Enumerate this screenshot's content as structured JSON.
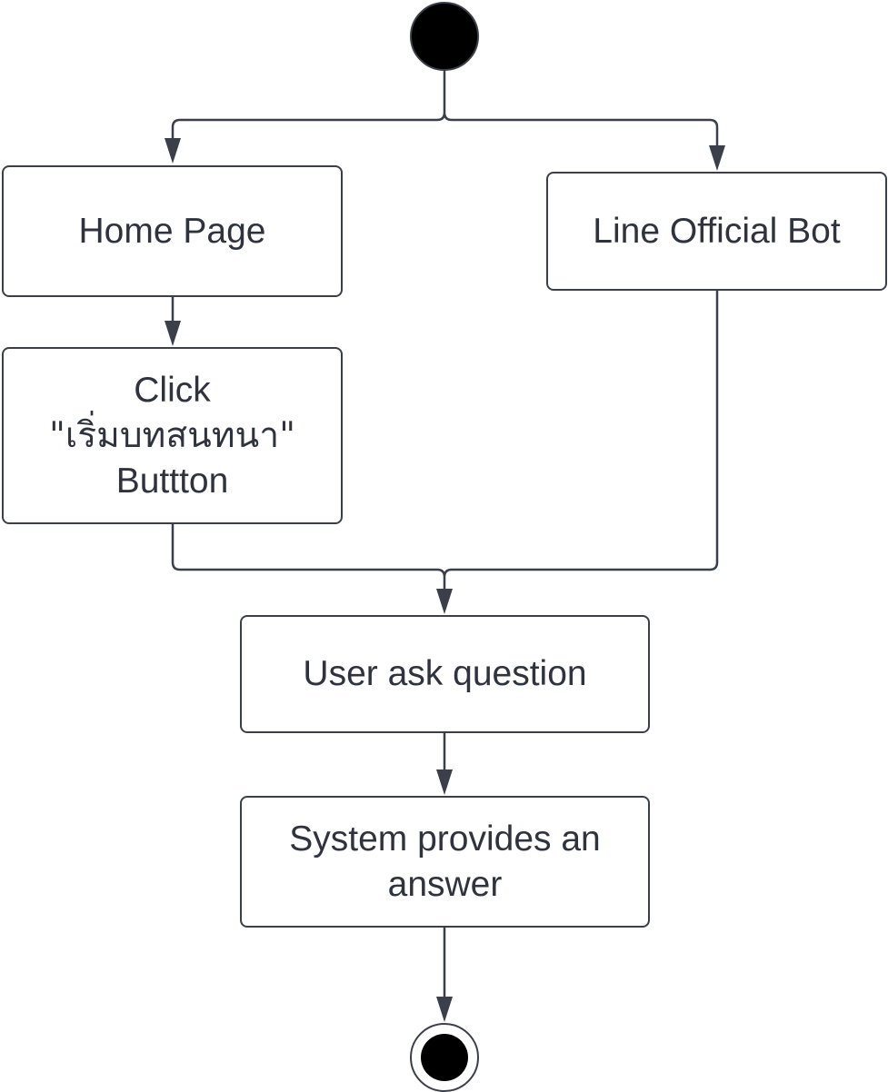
{
  "colors": {
    "stroke": "#3a3f4a",
    "text": "#2f333d",
    "fill": "#ffffff",
    "node_fill": "#000000"
  },
  "nodes": {
    "home_page": {
      "label": "Home Page"
    },
    "line_bot": {
      "label": "Line Official Bot"
    },
    "click_button": {
      "line1": "Click",
      "line2": "\"เริ่มบทสนทนา\"",
      "line3": "Buttton"
    },
    "user_ask": {
      "label": "User ask question"
    },
    "system_answer": {
      "line1": "System provides an",
      "line2": "answer"
    }
  }
}
